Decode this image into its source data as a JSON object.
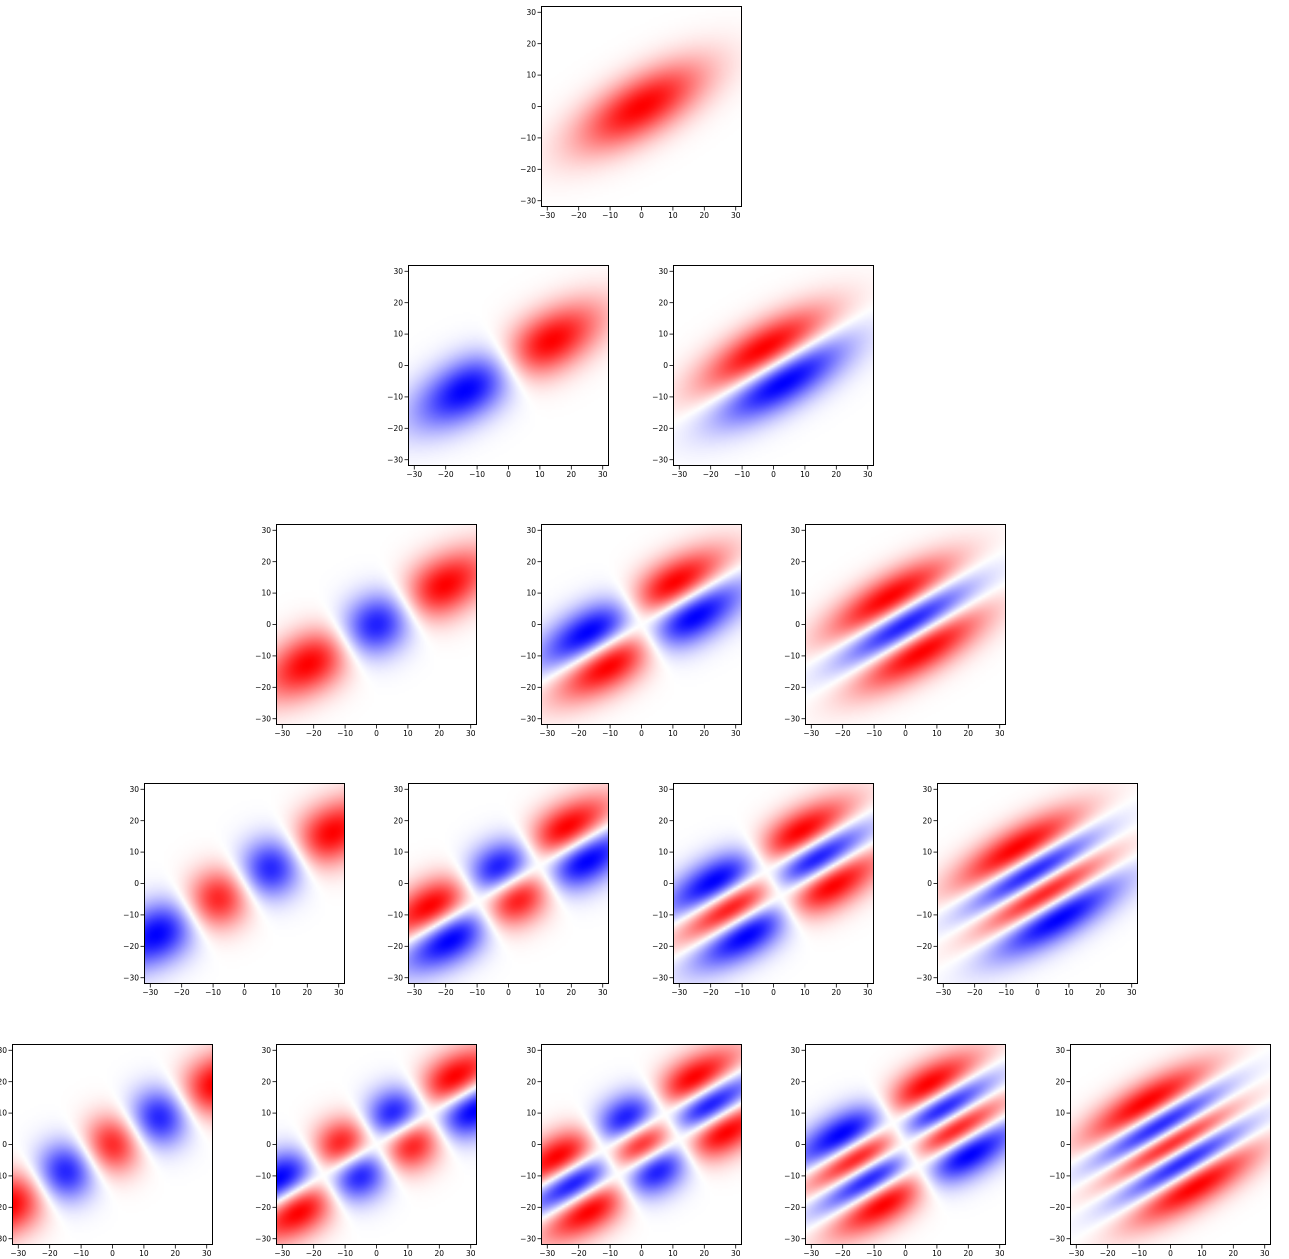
{
  "chart_data": {
    "type": "heatmap",
    "description_layout": "pyramid",
    "colormap": "bwr",
    "colors": {
      "positive": "#ff0000",
      "negative": "#0000ff",
      "zero": "#ffffff"
    },
    "grid": false,
    "xlim": [
      -32,
      32
    ],
    "ylim": [
      -32,
      32
    ],
    "xticks": [
      "−30",
      "−20",
      "−10",
      "0",
      "10",
      "20",
      "30"
    ],
    "yticks": [
      "30",
      "20",
      "10",
      "0",
      "−10",
      "−20",
      "−30"
    ],
    "tick_values": [
      -30,
      -20,
      -10,
      0,
      10,
      20,
      30
    ],
    "orientation_deg": 30,
    "sigma_along": 16,
    "sigma_across": 6.5,
    "rows": [
      {
        "order": 0,
        "panels": [
          {
            "n_along": 0,
            "n_across": 0
          }
        ]
      },
      {
        "order": 1,
        "panels": [
          {
            "n_along": 1,
            "n_across": 0
          },
          {
            "n_along": 0,
            "n_across": 1
          }
        ]
      },
      {
        "order": 2,
        "panels": [
          {
            "n_along": 2,
            "n_across": 0
          },
          {
            "n_along": 1,
            "n_across": 1
          },
          {
            "n_along": 0,
            "n_across": 2
          }
        ]
      },
      {
        "order": 3,
        "panels": [
          {
            "n_along": 3,
            "n_across": 0
          },
          {
            "n_along": 2,
            "n_across": 1
          },
          {
            "n_along": 1,
            "n_across": 2
          },
          {
            "n_along": 0,
            "n_across": 3
          }
        ]
      },
      {
        "order": 4,
        "panels": [
          {
            "n_along": 4,
            "n_across": 0
          },
          {
            "n_along": 3,
            "n_across": 1
          },
          {
            "n_along": 2,
            "n_across": 2
          },
          {
            "n_along": 1,
            "n_across": 3
          },
          {
            "n_along": 0,
            "n_across": 4
          }
        ]
      }
    ]
  }
}
